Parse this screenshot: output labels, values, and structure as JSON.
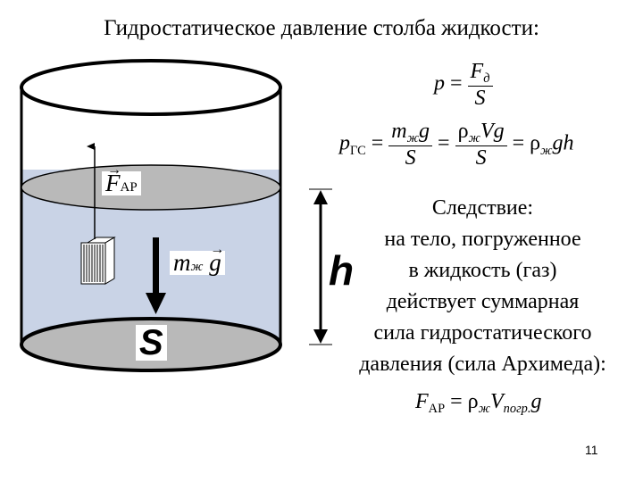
{
  "title": "Гидростатическое давление столба жидкости:",
  "labels": {
    "buoyant_force": {
      "symbol": "F",
      "subscript": "АР"
    },
    "weight": {
      "mass": "m",
      "mass_subscript": "ж",
      "gravity": "g"
    },
    "area": "S",
    "height": "h"
  },
  "formula_pressure": {
    "lhs": "p",
    "eq": "=",
    "num": "F",
    "num_sub": "д",
    "den": "S"
  },
  "formula_hydrostatic": {
    "lhs": "p",
    "lhs_sub": "ГС",
    "eq": "=",
    "frac1_num_m": "m",
    "frac1_num_sub": "ж",
    "frac1_num_g": "g",
    "frac1_den": "S",
    "frac2_num_rho": "ρ",
    "frac2_num_sub": "ж",
    "frac2_num_rest": "Vg",
    "frac2_den": "S",
    "rhs_rho": "ρ",
    "rhs_sub": "ж",
    "rhs_rest": "gh"
  },
  "consequence": {
    "heading": "Следствие:",
    "lines": [
      "на тело, погруженное",
      "в жидкость (газ)",
      "действует суммарная",
      "сила гидростатического",
      "давления (сила Архимеда):"
    ]
  },
  "formula_archimedes": {
    "lhs": "F",
    "lhs_sub": "АР",
    "eq": "=",
    "rho": "ρ",
    "rho_sub": "ж",
    "v": "V",
    "v_sub": "погр.",
    "g": "g"
  },
  "page_number": "11",
  "colors": {
    "liquid": "#c9d3e6",
    "surface": "#b9b9b9",
    "outline": "#000000",
    "weight_arrow": "#000000"
  }
}
